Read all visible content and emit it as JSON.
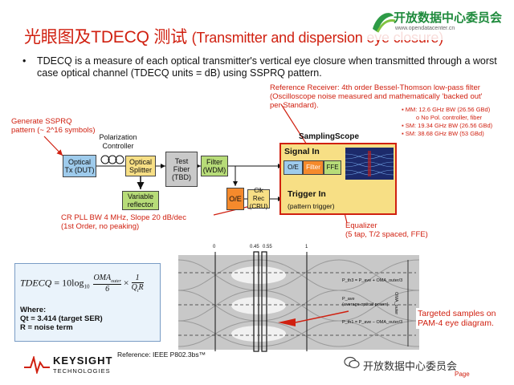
{
  "title": {
    "cn": "光眼图及TDECQ 测试",
    "en": "(Transmitter and dispersion eye closure)"
  },
  "logo": {
    "text": "开放数据中心委员会",
    "url": "www.opendatacenter.cn"
  },
  "bullet": "TDECQ is a measure of each optical transmitter's vertical eye closure when transmitted through a worst case optical channel (TDECQ units = dB) using SSPRQ pattern.",
  "reference_receiver": {
    "line1": "Reference Receiver: 4th order Bessel-Thomson low-pass filter",
    "line2": "(Oscilloscope noise measured and mathematically 'backed out'",
    "line3": "per Standard).",
    "specs": [
      "MM: 12.6 GHz BW (26.56 GBd)",
      "No Pol. controller, fiber",
      "SM: 19.34 GHz BW (26.56 GBd)",
      "SM: 38.68 GHz BW (53 GBd)"
    ]
  },
  "generate": {
    "line1": "Generate SSPRQ",
    "line2": "pattern (~ 2^16 symbols)"
  },
  "blocks": {
    "polarization": [
      "Polarization",
      "Controller"
    ],
    "optical_tx": [
      "Optical",
      "Tx (DUT)"
    ],
    "splitter": [
      "Optical",
      "Splitter"
    ],
    "test_fiber": [
      "Test",
      "Fiber",
      "(TBD)"
    ],
    "filter": [
      "Filter",
      "(WDM)"
    ],
    "reflector": [
      "Variable",
      "reflector"
    ],
    "oe_small": "O/E",
    "clk_rec": [
      "Clk Rec",
      "(CRU)"
    ]
  },
  "scope": {
    "title": "SamplingScope",
    "signal_in": "Signal In",
    "oe": "O/E",
    "filter": "Filter",
    "ffe": "FFE",
    "trigger_in": "Trigger In",
    "pattern_trigger": "(pattern trigger)"
  },
  "cr_pll": {
    "line1": "CR PLL BW 4 MHz, Slope 20 dB/dec",
    "line2": "(1st Order, no peaking)"
  },
  "equalizer": {
    "line1": "Equalizer",
    "line2": "(5 tap, T/2 spaced, FFE)"
  },
  "equation": {
    "lhs": "TDECQ",
    "equals": "= 10log",
    "sub": "10",
    "num": "OMA",
    "num_sub": "outer",
    "den": "6",
    "times": "×",
    "one": "1",
    "qt": "Q",
    "qt_sub": "t",
    "r": "R",
    "where": "Where:",
    "qt_def": "Qt = 3.414 (target SER)",
    "r_def": "R = noise term"
  },
  "eye": {
    "ticks": [
      "0",
      "0.45",
      "0.55",
      "1"
    ],
    "levels": [
      "P_th3 = P_ave + OMA_outer/3",
      "P_ave",
      "(average optical power)",
      "P_th1 = P_ave − OMA_outer/3"
    ],
    "oma_label": "OMA_outer",
    "callout": [
      "Targeted samples on",
      "PAM-4 eye diagram."
    ]
  },
  "keysight": {
    "name": "KEYSIGHT",
    "sub": "TECHNOLOGIES"
  },
  "reference": "Reference:  IEEE P802.3bs™",
  "watermark": "开放数据中心委员会",
  "page": "Page"
}
